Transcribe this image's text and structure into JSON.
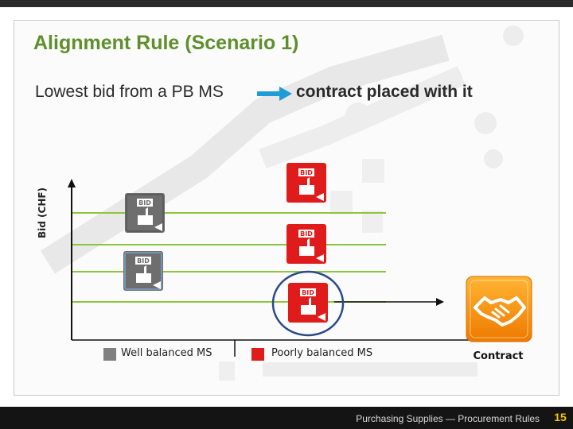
{
  "slide": {
    "title": "Alignment Rule (Scenario 1)",
    "subtitle_left": "Lowest bid from a PB MS",
    "subtitle_right": "contract placed with it",
    "footer": "Purchasing Supplies — Procurement Rules",
    "page_number": "15"
  },
  "chart": {
    "y_axis_label": "Bid (CHF)",
    "legend": [
      {
        "label": "Well balanced MS",
        "color": "#808080"
      },
      {
        "label": "Poorly balanced MS",
        "color": "#e01b1b"
      }
    ],
    "bids": [
      {
        "type": "well-balanced",
        "label": "BID",
        "rank": 1
      },
      {
        "type": "well-balanced",
        "label": "BID",
        "rank": 2
      },
      {
        "type": "poorly-balanced",
        "label": "BID",
        "rank": 1
      },
      {
        "type": "poorly-balanced",
        "label": "BID",
        "rank": 2
      },
      {
        "type": "poorly-balanced",
        "label": "BID",
        "rank": 3,
        "highlighted": true
      }
    ],
    "line_color": "#8cc63f",
    "highlight_color": "#2a4a8a"
  },
  "contract": {
    "label": "Contract",
    "color": "#f39200",
    "icon": "handshake-icon"
  },
  "colors": {
    "title": "#5e8f2b",
    "arrow": "#1f9bd7",
    "bid_gray": "#6e6e6e",
    "bid_red": "#e01b1b"
  }
}
